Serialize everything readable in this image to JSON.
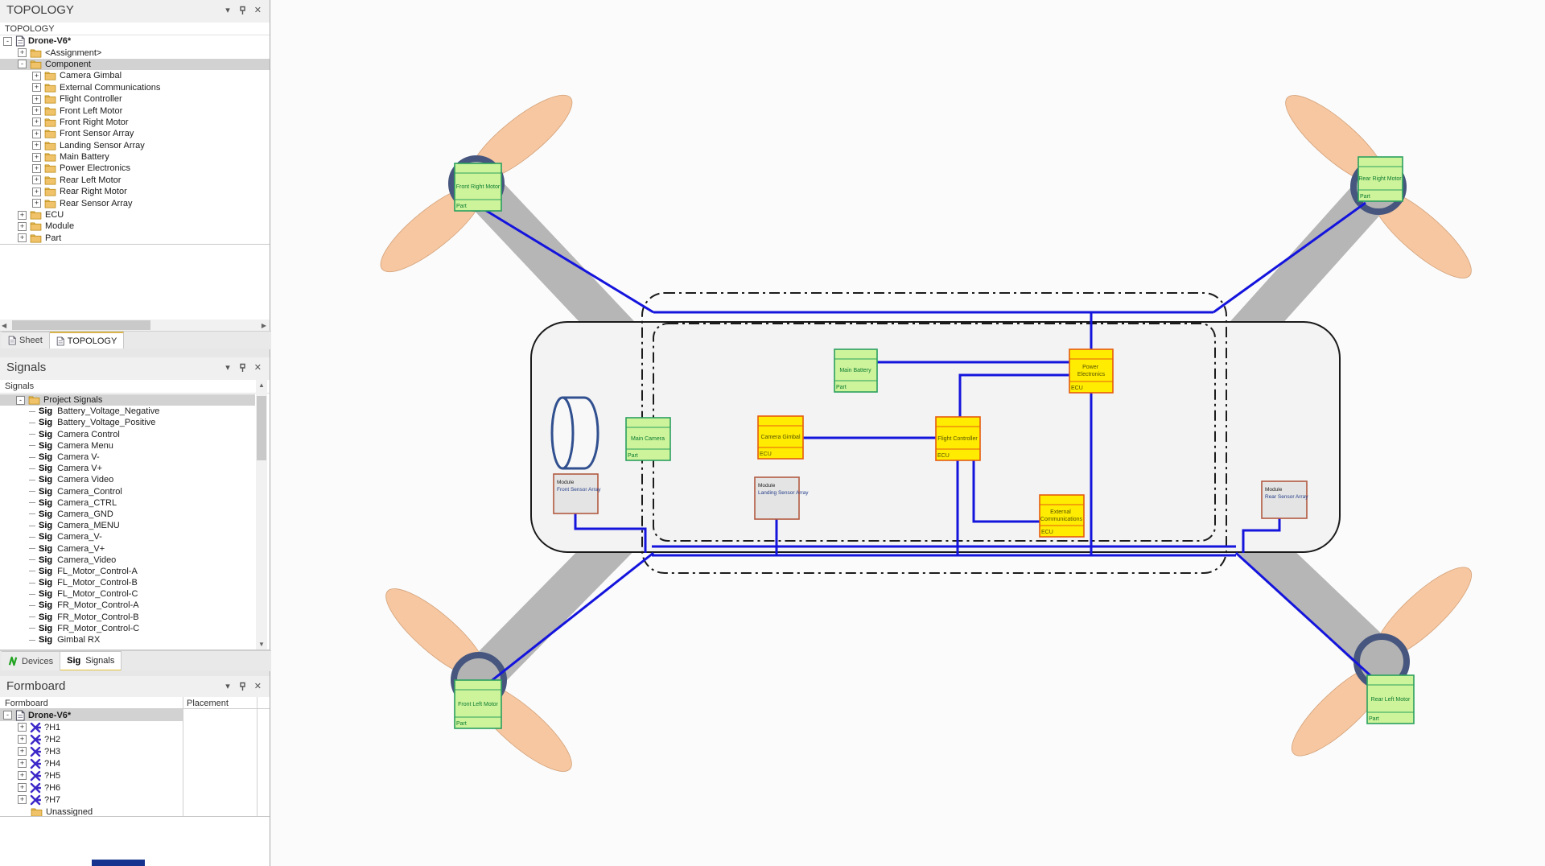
{
  "panel_icons": {
    "menu": "▾",
    "close": "✕"
  },
  "scroll": {
    "up": "▲",
    "down": "▼",
    "left": "◀",
    "right": "▶"
  },
  "topology_panel": {
    "title": "TOPOLOGY",
    "header": "TOPOLOGY",
    "root": {
      "label": "Drone-V6*",
      "exp": "-"
    },
    "items": [
      {
        "label": "<Assignment>",
        "depth": 1,
        "exp": "+"
      },
      {
        "label": "Component",
        "depth": 1,
        "exp": "-",
        "sel": true
      },
      {
        "label": "Camera Gimbal",
        "depth": 2,
        "exp": "+"
      },
      {
        "label": "External Communications",
        "depth": 2,
        "exp": "+"
      },
      {
        "label": "Flight Controller",
        "depth": 2,
        "exp": "+"
      },
      {
        "label": "Front Left Motor",
        "depth": 2,
        "exp": "+"
      },
      {
        "label": "Front Right Motor",
        "depth": 2,
        "exp": "+"
      },
      {
        "label": "Front Sensor Array",
        "depth": 2,
        "exp": "+"
      },
      {
        "label": "Landing Sensor Array",
        "depth": 2,
        "exp": "+"
      },
      {
        "label": "Main Battery",
        "depth": 2,
        "exp": "+"
      },
      {
        "label": "Power Electronics",
        "depth": 2,
        "exp": "+"
      },
      {
        "label": "Rear Left Motor",
        "depth": 2,
        "exp": "+"
      },
      {
        "label": "Rear Right Motor",
        "depth": 2,
        "exp": "+"
      },
      {
        "label": "Rear Sensor Array",
        "depth": 2,
        "exp": "+"
      },
      {
        "label": "ECU",
        "depth": 1,
        "exp": "+"
      },
      {
        "label": "Module",
        "depth": 1,
        "exp": "+"
      },
      {
        "label": "Part",
        "depth": 1,
        "exp": "+"
      }
    ],
    "tabs": {
      "sheet": "Sheet",
      "topology": "TOPOLOGY"
    }
  },
  "signals_panel": {
    "title": "Signals",
    "header": "Signals",
    "group": {
      "label": "Project Signals",
      "exp": "-"
    },
    "sig_prefix": "Sig",
    "signals": [
      "Battery_Voltage_Negative",
      "Battery_Voltage_Positive",
      "Camera Control",
      "Camera Menu",
      "Camera V-",
      "Camera V+",
      "Camera Video",
      "Camera_Control",
      "Camera_CTRL",
      "Camera_GND",
      "Camera_MENU",
      "Camera_V-",
      "Camera_V+",
      "Camera_Video",
      "FL_Motor_Control-A",
      "FL_Motor_Control-B",
      "FL_Motor_Control-C",
      "FR_Motor_Control-A",
      "FR_Motor_Control-B",
      "FR_Motor_Control-C",
      "Gimbal RX"
    ],
    "tabs": {
      "devices": "Devices",
      "signals": "Signals",
      "signals_prefix": "Sig"
    }
  },
  "formboard_panel": {
    "title": "Formboard",
    "columns": {
      "col1": "Formboard",
      "col2": "Placement"
    },
    "root": {
      "label": "Drone-V6*",
      "exp": "-"
    },
    "harnesses": [
      {
        "id": "?H1",
        "exp": "+"
      },
      {
        "id": "?H2",
        "exp": "+"
      },
      {
        "id": "?H3",
        "exp": "+"
      },
      {
        "id": "?H4",
        "exp": "+"
      },
      {
        "id": "?H5",
        "exp": "+"
      },
      {
        "id": "?H6",
        "exp": "+"
      },
      {
        "id": "?H7",
        "exp": "+"
      }
    ],
    "unassigned": "Unassigned"
  },
  "canvas": {
    "colors": {
      "wire": "#1414dd",
      "part_fill": "#cdf39b",
      "part_border": "#2ba05e",
      "ecu_fill": "#ffec00",
      "ecu_border": "#e55c10",
      "module_fill": "#e4e4e4",
      "module_border": "#b15a41",
      "propeller": "#f6c7a1",
      "arm": "#b6b6b6"
    },
    "nodes": {
      "front_right_motor": {
        "line1": "Front Right Motor",
        "sub": "Part"
      },
      "rear_right_motor": {
        "line1": "Rear Right Motor",
        "sub": "Part"
      },
      "front_left_motor": {
        "line1": "Front Left Motor",
        "sub": "Part"
      },
      "rear_left_motor": {
        "line1": "Rear Left Motor",
        "sub": "Part"
      },
      "main_battery": {
        "line1": "Main Battery",
        "sub": "Part"
      },
      "main_camera": {
        "line1": "Main Camera",
        "sub": "Part"
      },
      "camera_gimbal": {
        "line1": "Camera Gimbal",
        "sub": "ECU"
      },
      "flight_controller": {
        "line1": "Flight Controller",
        "sub": "ECU"
      },
      "power_electronics": {
        "line1": "Power",
        "line2": "Electronics",
        "sub": "ECU"
      },
      "external_communications": {
        "line1": "External",
        "line2": "Communications",
        "sub": "ECU"
      },
      "front_sensor_array": {
        "kind": "Module",
        "name": "Front Sensor Array"
      },
      "landing_sensor_array": {
        "kind": "Module",
        "name": "Landing Sensor Array"
      },
      "rear_sensor_array": {
        "kind": "Module",
        "name": "Rear Sensor Array"
      }
    }
  }
}
